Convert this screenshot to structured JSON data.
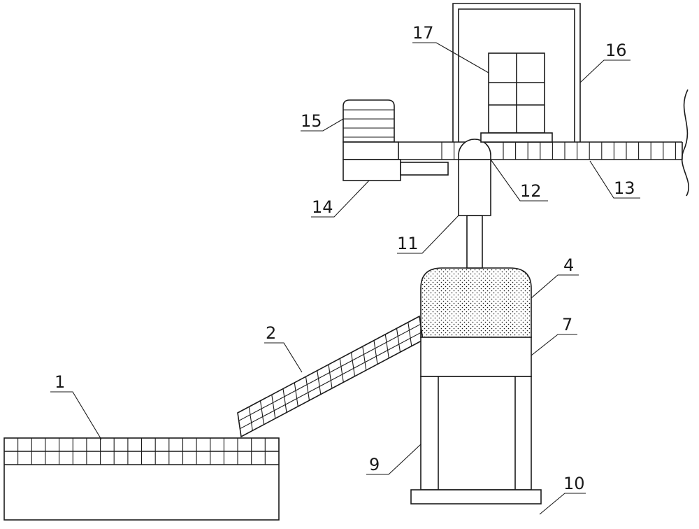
{
  "labels": {
    "l1": "1",
    "l2": "2",
    "l4": "4",
    "l7": "7",
    "l9": "9",
    "l10": "10",
    "l11": "11",
    "l12": "12",
    "l13": "13",
    "l14": "14",
    "l15": "15",
    "l16": "16",
    "l17": "17"
  }
}
